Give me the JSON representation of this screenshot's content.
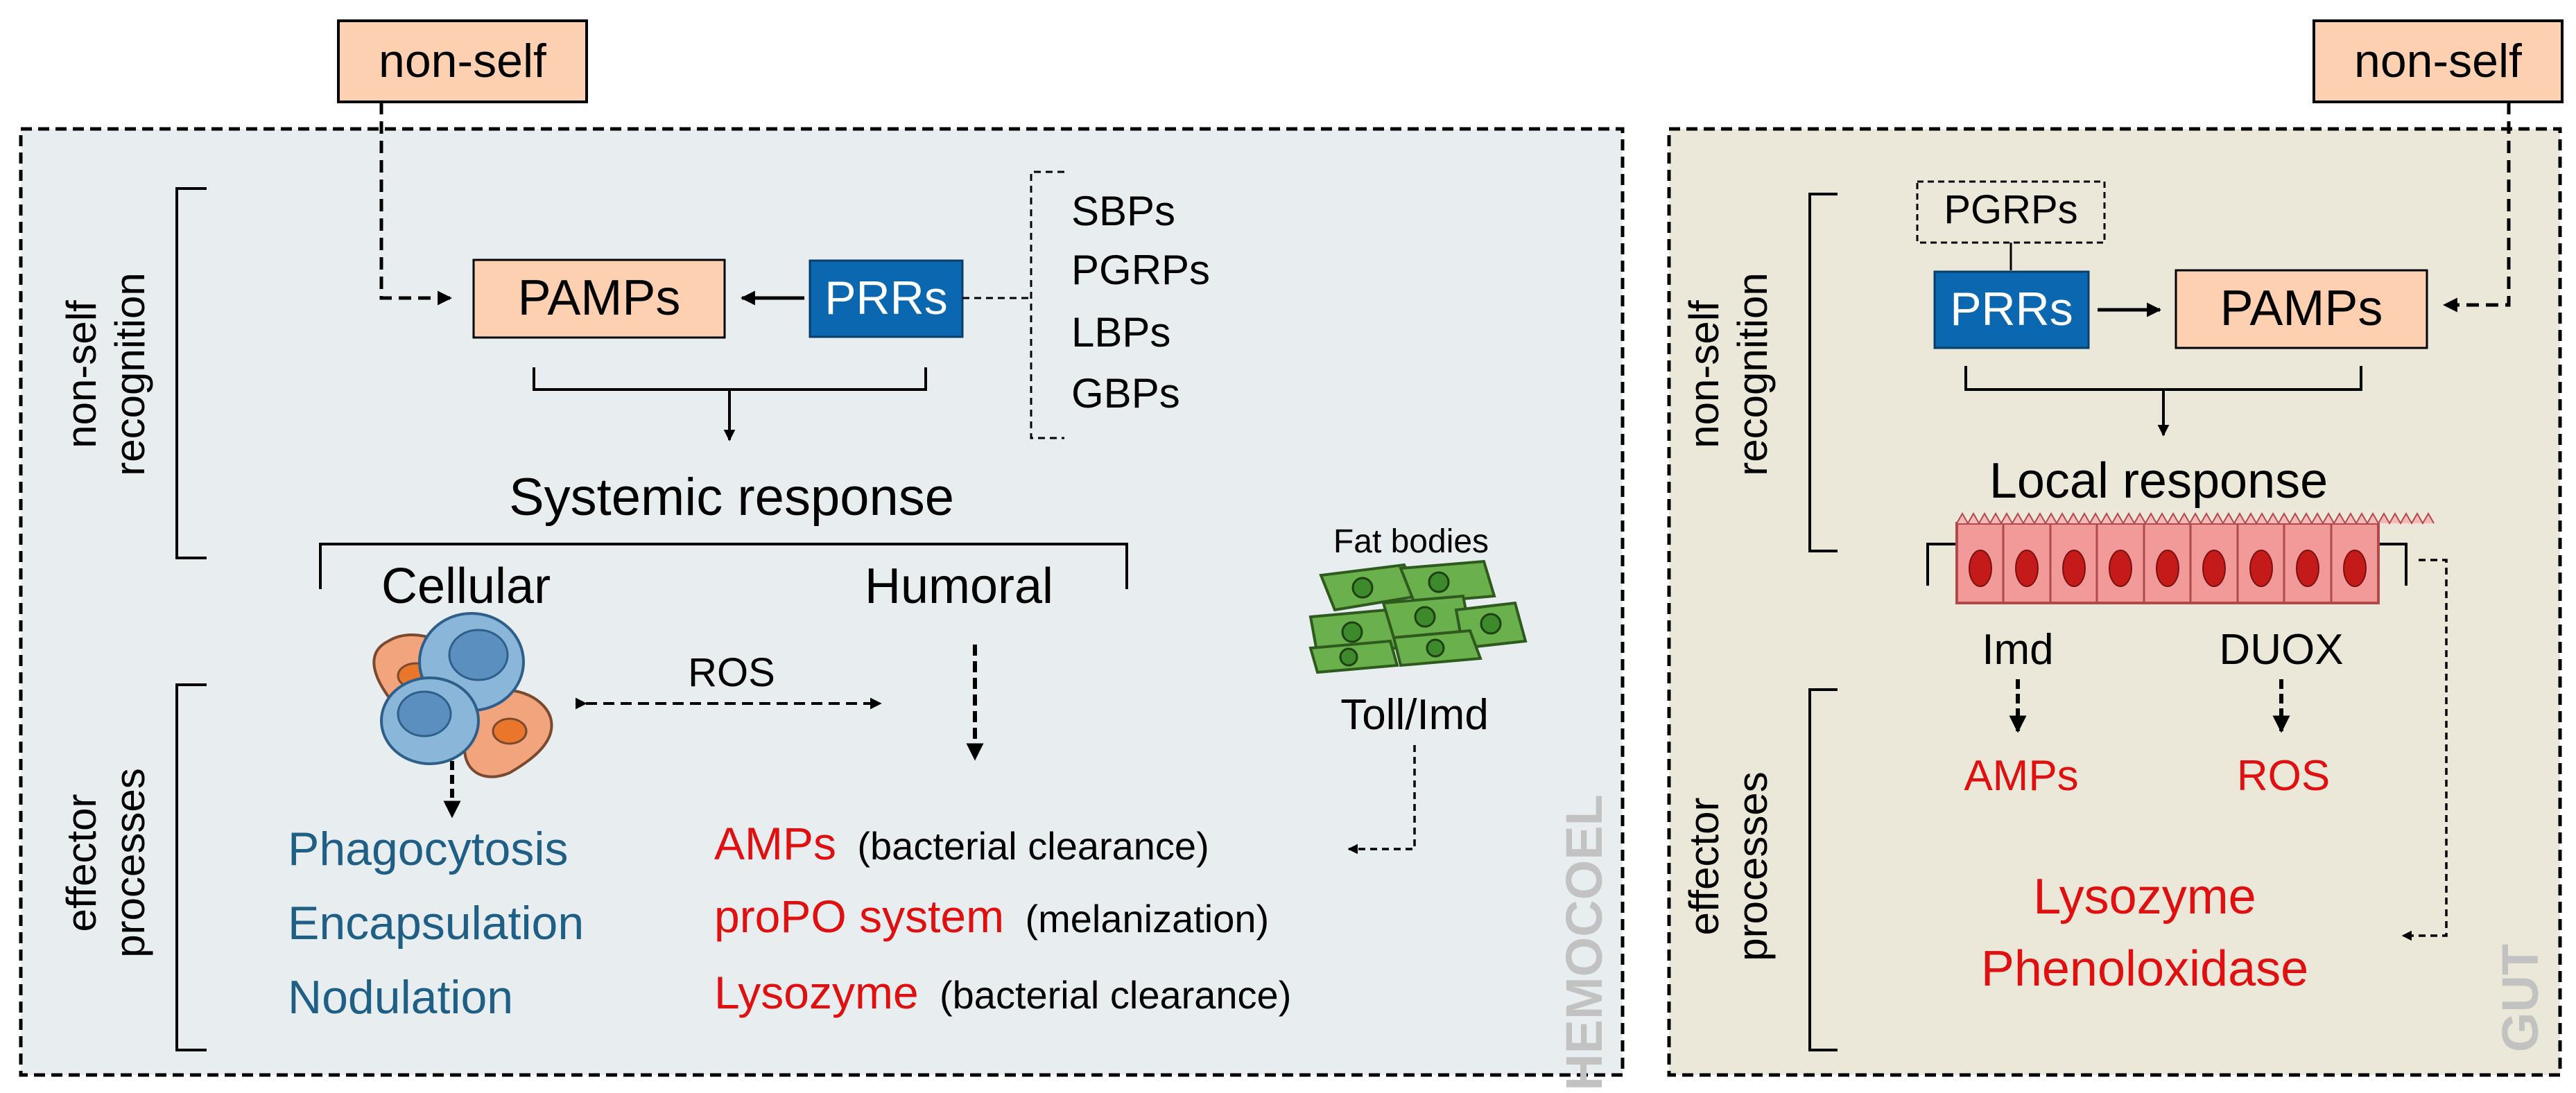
{
  "hemocoel": {
    "nonself_label": "non-self",
    "panel_label": "HEMOCOEL",
    "side_label_recognition": [
      "non-self",
      "recognition"
    ],
    "side_label_effector": [
      "effector",
      "processes"
    ],
    "pamps": "PAMPs",
    "prrs": "PRRs",
    "prr_types": [
      "SBPs",
      "PGRPs",
      "LBPs",
      "GBPs"
    ],
    "systemic_response": "Systemic response",
    "cellular": "Cellular",
    "humoral": "Humoral",
    "ros": "ROS",
    "fat_bodies": "Fat bodies",
    "toll_imd": "Toll/Imd",
    "cellular_effects": [
      "Phagocytosis",
      "Encapsulation",
      "Nodulation"
    ],
    "humoral_effects": [
      {
        "name": "AMPs",
        "note": "(bacterial clearance)"
      },
      {
        "name": "proPO system",
        "note": "(melanization)"
      },
      {
        "name": "Lysozyme",
        "note": "(bacterial clearance)"
      }
    ]
  },
  "gut": {
    "nonself_label": "non-self",
    "panel_label": "GUT",
    "side_label_recognition": [
      "non-self",
      "recognition"
    ],
    "side_label_effector": [
      "effector",
      "processes"
    ],
    "pgrps": "PGRPs",
    "prrs": "PRRs",
    "pamps": "PAMPs",
    "local_response": "Local response",
    "imd": "Imd",
    "duox": "DUOX",
    "amps": "AMPs",
    "ros": "ROS",
    "lysozyme": "Lysozyme",
    "phenoloxidase": "Phenoloxidase"
  },
  "colors": {
    "hemocoel_bg": "#e8edf0",
    "gut_bg": "#ebe8d9",
    "salmon_box": "#fdd0b2",
    "prr_blue": "#0b68b0",
    "red_text": "#e01010",
    "teal_text": "#1f5f86",
    "panel_label_gray": "#c2c2c2"
  }
}
